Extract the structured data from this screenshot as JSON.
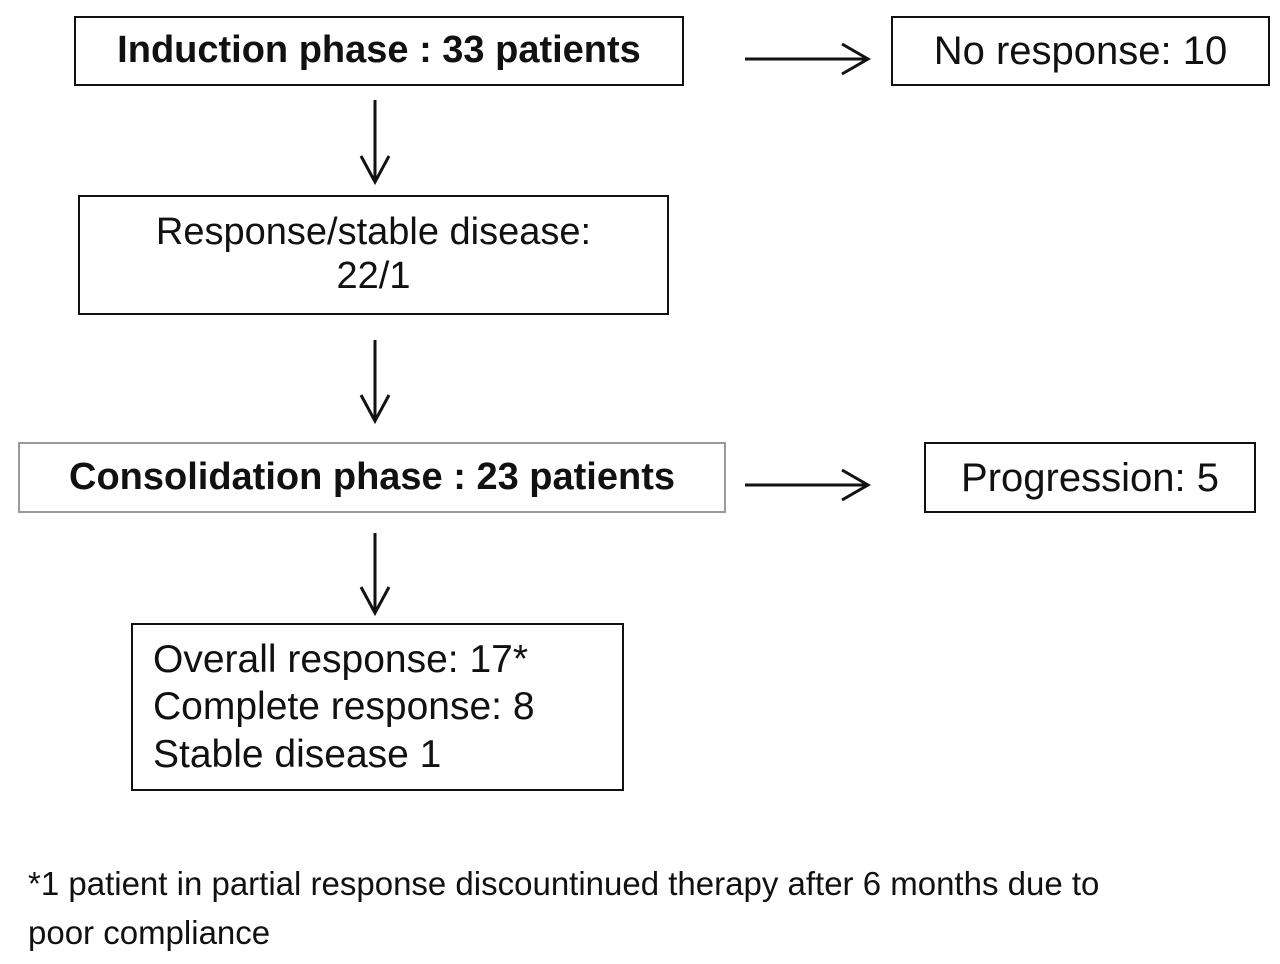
{
  "flowchart": {
    "induction": "Induction phase : 33 patients",
    "no_response": "No response: 10",
    "response_stable_line1": "Response/stable disease:",
    "response_stable_line2": "22/1",
    "consolidation": "Consolidation phase : 23 patients",
    "progression": "Progression: 5",
    "outcome_lines": [
      "Overall response: 17*",
      "Complete response: 8",
      "Stable disease 1"
    ]
  },
  "footnote": {
    "line1": "*1 patient in partial response discountinued therapy after 6 months due to",
    "line2": "poor compliance"
  },
  "colors": {
    "border": "#111111",
    "light_border": "#9a9a9a",
    "text": "#111111",
    "background": "#ffffff"
  }
}
